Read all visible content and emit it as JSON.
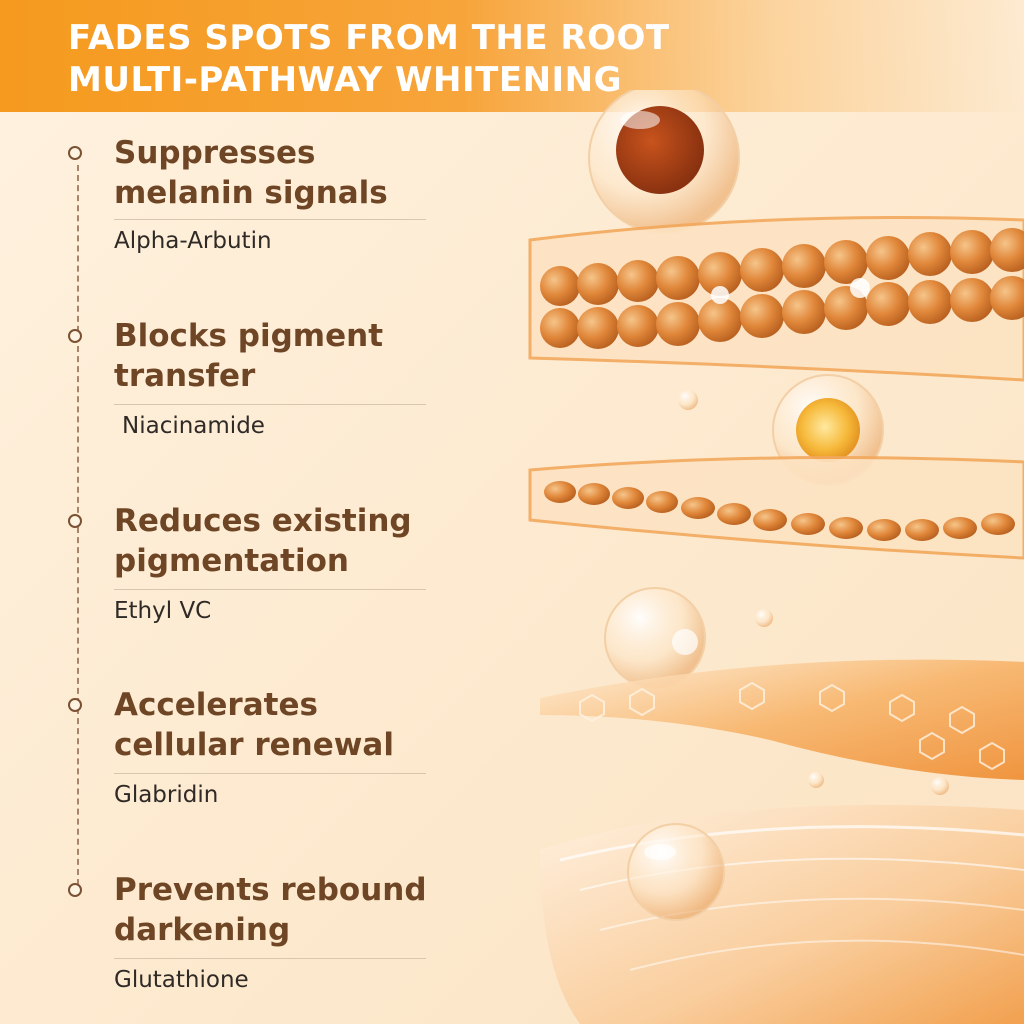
{
  "header": {
    "line1": "FADES SPOTS FROM THE ROOT",
    "line2": "MULTI-PATHWAY WHITENING"
  },
  "benefits": [
    {
      "title_line1": "Suppresses",
      "title_line2": "melanin signals",
      "ingredient": "Alpha-Arbutin"
    },
    {
      "title_line1": "Blocks pigment",
      "title_line2": "transfer",
      "ingredient": "Niacinamide"
    },
    {
      "title_line1": "Reduces existing",
      "title_line2": "pigmentation",
      "ingredient": "Ethyl VC"
    },
    {
      "title_line1": "Accelerates",
      "title_line2": "cellular renewal",
      "ingredient": "Glabridin"
    },
    {
      "title_line1": "Prevents rebound",
      "title_line2": "darkening",
      "ingredient": "Glutathione"
    }
  ],
  "colors": {
    "banner": "#f59a1e",
    "title_text": "#6e4626",
    "body_text": "#2f2a26",
    "background": "#fdebd2"
  }
}
